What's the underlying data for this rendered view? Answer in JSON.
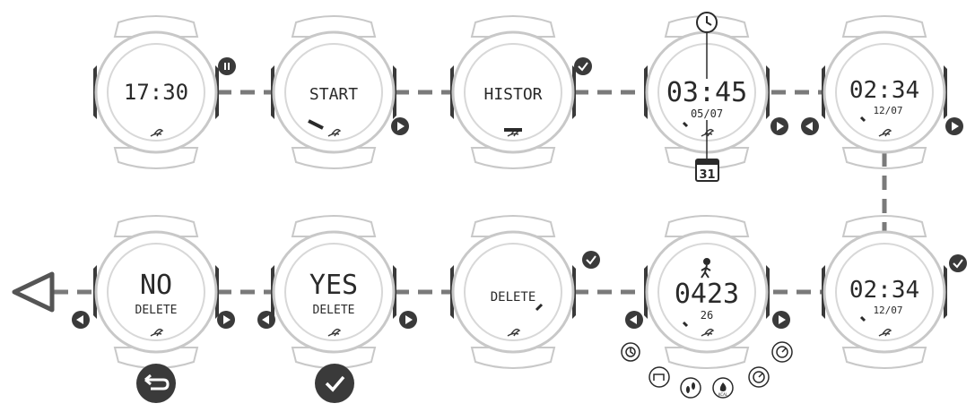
{
  "watches": [
    {
      "main": "17:30",
      "sub": ""
    },
    {
      "main": "START",
      "sub": ""
    },
    {
      "main": "HISTOR",
      "sub": ""
    },
    {
      "main": "03:45",
      "sub": "05/07"
    },
    {
      "main": "02:34",
      "sub": "12/07"
    },
    {
      "main": "NO",
      "sub": "DELETE"
    },
    {
      "main": "YES",
      "sub": "DELETE"
    },
    {
      "main": "",
      "sub": "DELETE"
    },
    {
      "main": "0423",
      "sub": "26"
    },
    {
      "main": "02:34",
      "sub": "12/07"
    }
  ],
  "calendar_day": "31",
  "stat_icons": {
    "calories_unit": "KCAL"
  },
  "colors": {
    "ink": "#2a2a2a",
    "bezel": "#c8c8c8",
    "dash": "#7a7a7a",
    "button": "#3a3a3a"
  }
}
